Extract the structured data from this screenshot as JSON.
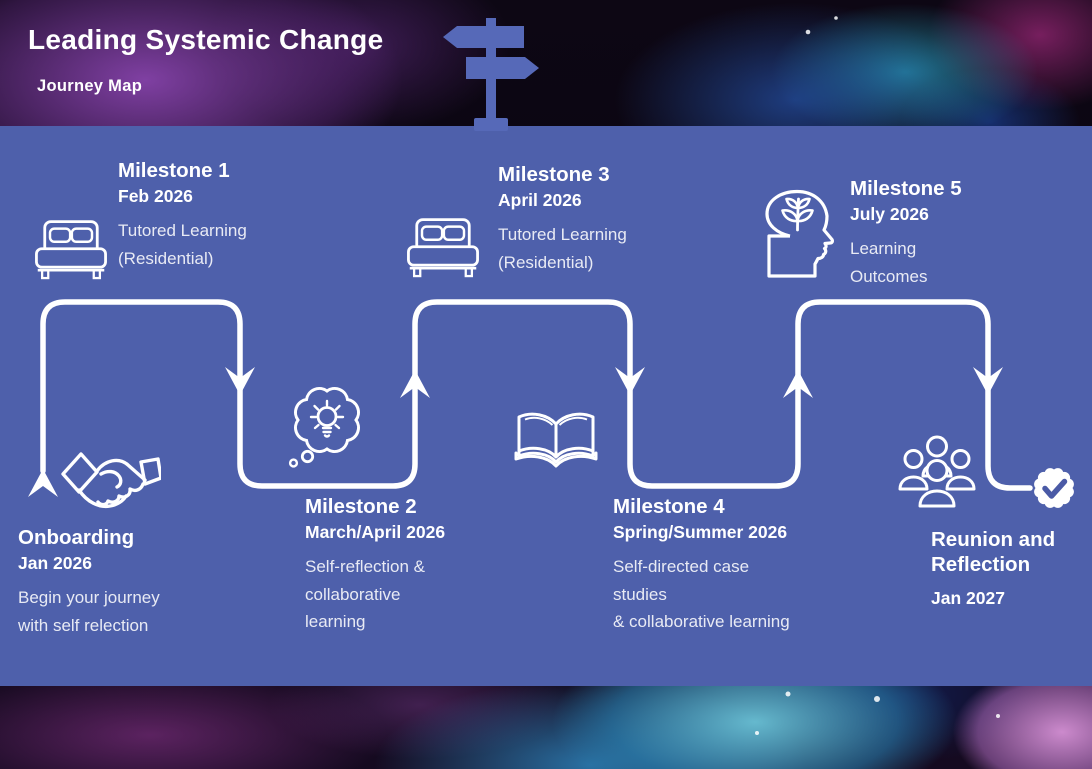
{
  "header": {
    "title": "Leading Systemic Change",
    "subtitle": "Journey Map"
  },
  "milestones": {
    "onboarding": {
      "title": "Onboarding",
      "date": "Jan 2026",
      "desc": "Begin your journey\nwith self relection"
    },
    "m1": {
      "title": "Milestone 1",
      "date": "Feb 2026",
      "desc": "Tutored Learning\n(Residential)"
    },
    "m2": {
      "title": "Milestone 2",
      "date": "March/April 2026",
      "desc": "Self-reflection &\ncollaborative\nlearning"
    },
    "m3": {
      "title": "Milestone 3",
      "date": "April 2026",
      "desc": "Tutored Learning\n(Residential)"
    },
    "m4": {
      "title": "Milestone 4",
      "date": "Spring/Summer 2026",
      "desc": "Self-directed case\nstudies\n& collaborative learning"
    },
    "m5": {
      "title": "Milestone 5",
      "date": "July 2026",
      "desc": "Learning\nOutcomes"
    },
    "reunion": {
      "title": "Reunion and\nReflection",
      "date": "Jan 2027"
    }
  },
  "icons": {
    "header_marker": "signpost-icon",
    "onboarding": "handshake-icon",
    "m1": "bed-icon",
    "m2": "thought-lightbulb-icon",
    "m3": "bed-icon",
    "m4": "open-book-icon",
    "m5": "head-plant-icon",
    "reunion": "people-icon",
    "journey_end": "check-badge-icon"
  },
  "colors": {
    "panel": "#4e60ab",
    "path_line": "#ffffff",
    "signpost": "#5669b8",
    "badge_check": "#4a5aa6",
    "title_text": "#ffffff"
  }
}
